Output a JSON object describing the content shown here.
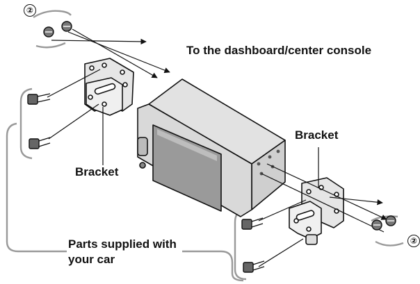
{
  "labels": {
    "destination": "To the dashboard/center console",
    "bracket_left": "Bracket",
    "bracket_right": "Bracket",
    "parts_line1": "Parts supplied with",
    "parts_line2": "your car",
    "ref_top": "②",
    "ref_bottom": "②"
  },
  "colors": {
    "line": "#111111",
    "unit_fill": "#d4d4d4",
    "bracket_fill": "#e6e6e6",
    "screen_fill": "#9a9a9a",
    "group_bracket": "#999999"
  }
}
